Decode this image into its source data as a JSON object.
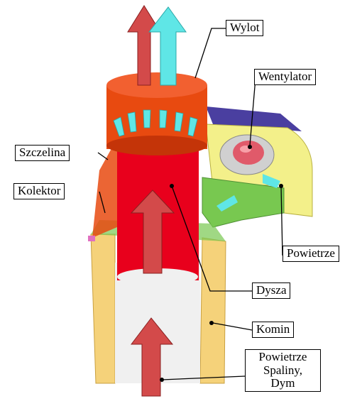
{
  "diagram": {
    "labels": {
      "wylot": "Wylot",
      "wentylator": "Wentylator",
      "szczelina": "Szczelina",
      "kolektor": "Kolektor",
      "powietrze": "Powietrze",
      "dysza": "Dysza",
      "komin": "Komin",
      "bottom_line1": "Powietrze",
      "bottom_line2": "Spaliny,",
      "bottom_line3": "Dym"
    },
    "colors": {
      "nozzle_red": "#e8001c",
      "outlet_orange": "#e84a10",
      "chimney_tan": "#f5d27a",
      "chimney_inner": "#f0f0f0",
      "arrow_red": "#d34a4a",
      "arrow_cyan": "#5fe6e6",
      "housing_yellow": "#f3f08a",
      "housing_purple": "#4a3fa0",
      "housing_green": "#78c850",
      "fan_pink": "#e05a6a"
    }
  }
}
